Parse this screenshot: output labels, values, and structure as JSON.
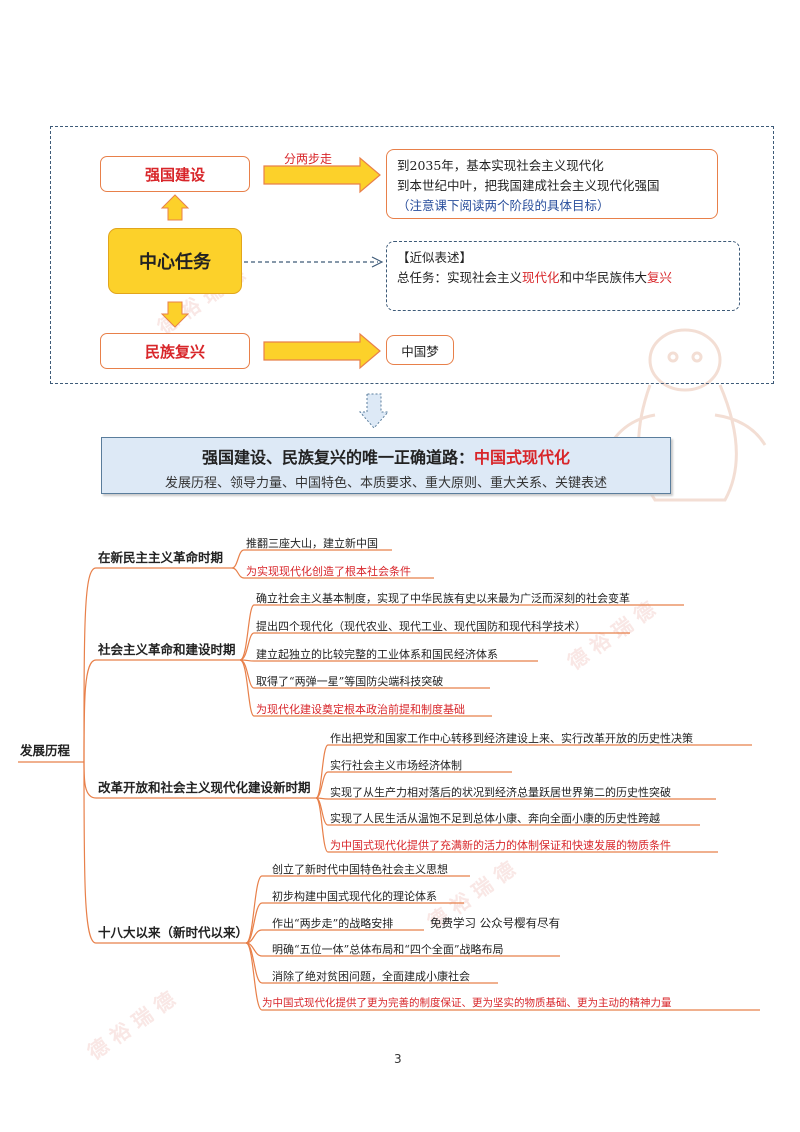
{
  "diagram": {
    "node_qiangguo": "强国建设",
    "node_center": "中心任务",
    "node_minzu": "民族复兴",
    "label_two_steps": "分两步走",
    "steps_box": {
      "line1": "到2035年，基本实现社会主义现代化",
      "line2": "到本世纪中叶，把我国建成社会主义现代化强国",
      "line3": "（注意课下阅读两个阶段的具体目标）"
    },
    "similar_box": {
      "title": "【近似表述】",
      "prefix": "总任务：实现社会主义",
      "highlight1": "现代化",
      "middle": "和中华民族伟大",
      "highlight2": "复兴"
    },
    "dream_box": "中国梦"
  },
  "banner": {
    "title_prefix": "强国建设、民族复兴的唯一正确道路：",
    "title_highlight": "中国式现代化",
    "subtitle": "发展历程、领导力量、中国特色、本质要求、重大原则、重大关系、关键表述"
  },
  "mindmap": {
    "root": "发展历程",
    "branches": [
      {
        "label": "在新民主主义革命时期",
        "leaves": [
          {
            "text": "推翻三座大山，建立新中国",
            "red": false
          },
          {
            "text": "为实现现代化创造了根本社会条件",
            "red": true
          }
        ]
      },
      {
        "label": "社会主义革命和建设时期",
        "leaves": [
          {
            "text": "确立社会主义基本制度，实现了中华民族有史以来最为广泛而深刻的社会变革",
            "red": false
          },
          {
            "text": "提出四个现代化（现代农业、现代工业、现代国防和现代科学技术）",
            "red": false
          },
          {
            "text": "建立起独立的比较完整的工业体系和国民经济体系",
            "red": false
          },
          {
            "text": "取得了“两弹一星”等国防尖端科技突破",
            "red": false
          },
          {
            "text": "为现代化建设奠定根本政治前提和制度基础",
            "red": true
          }
        ]
      },
      {
        "label": "改革开放和社会主义现代化建设新时期",
        "leaves": [
          {
            "text": "作出把党和国家工作中心转移到经济建设上来、实行改革开放的历史性决策",
            "red": false
          },
          {
            "text": "实行社会主义市场经济体制",
            "red": false
          },
          {
            "text": "实现了从生产力相对落后的状况到经济总量跃居世界第二的历史性突破",
            "red": false
          },
          {
            "text": "实现了人民生活从温饱不足到总体小康、奔向全面小康的历史性跨越",
            "red": false
          },
          {
            "text": "为中国式现代化提供了充满新的活力的体制保证和快速发展的物质条件",
            "red": true
          }
        ]
      },
      {
        "label": "十八大以来（新时代以来）",
        "leaves": [
          {
            "text": "创立了新时代中国特色社会主义思想",
            "red": false
          },
          {
            "text": "初步构建中国式现代化的理论体系",
            "red": false
          },
          {
            "text": "作出“两步走”的战略安排",
            "red": false
          },
          {
            "text": "明确“五位一体”总体布局和“四个全面”战略布局",
            "red": false
          },
          {
            "text": "消除了绝对贫困问题，全面建成小康社会",
            "red": false
          },
          {
            "text": "为中国式现代化提供了更为完善的制度保证、更为坚实的物质基础、更为主动的精神力量",
            "red": true
          }
        ]
      }
    ],
    "aside_note": "免费学习 公众号樱有尽有"
  },
  "watermark": "德 裕 瑞 德",
  "page_number": "3",
  "colors": {
    "accent_red": "#d8262a",
    "orange_border": "#e8804a",
    "center_yellow": "#fcd12a",
    "banner_bg": "#dde9f6",
    "line_orange": "#e8804a"
  }
}
